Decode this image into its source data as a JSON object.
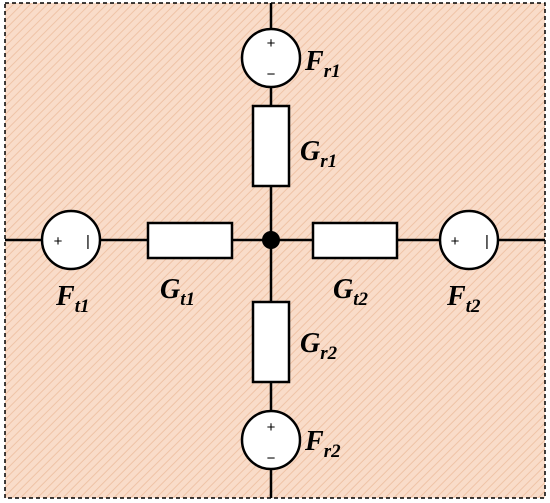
{
  "diagram": {
    "colors": {
      "background": "#f9dcc9",
      "hatch": "#efc3a6",
      "stroke": "#000000",
      "component_fill": "#ffffff"
    },
    "sources": {
      "fr1": {
        "base": "F",
        "sub": "r1",
        "pos_sign": "+",
        "neg_sign": "−"
      },
      "fr2": {
        "base": "F",
        "sub": "r2",
        "pos_sign": "+",
        "neg_sign": "−"
      },
      "ft1": {
        "base": "F",
        "sub": "t1",
        "pos_sign": "+",
        "neg_sign": "|"
      },
      "ft2": {
        "base": "F",
        "sub": "t2",
        "pos_sign": "+",
        "neg_sign": "|"
      }
    },
    "resistors": {
      "gr1": {
        "base": "G",
        "sub": "r1"
      },
      "gr2": {
        "base": "G",
        "sub": "r2"
      },
      "gt1": {
        "base": "G",
        "sub": "t1"
      },
      "gt2": {
        "base": "G",
        "sub": "t2"
      }
    }
  }
}
